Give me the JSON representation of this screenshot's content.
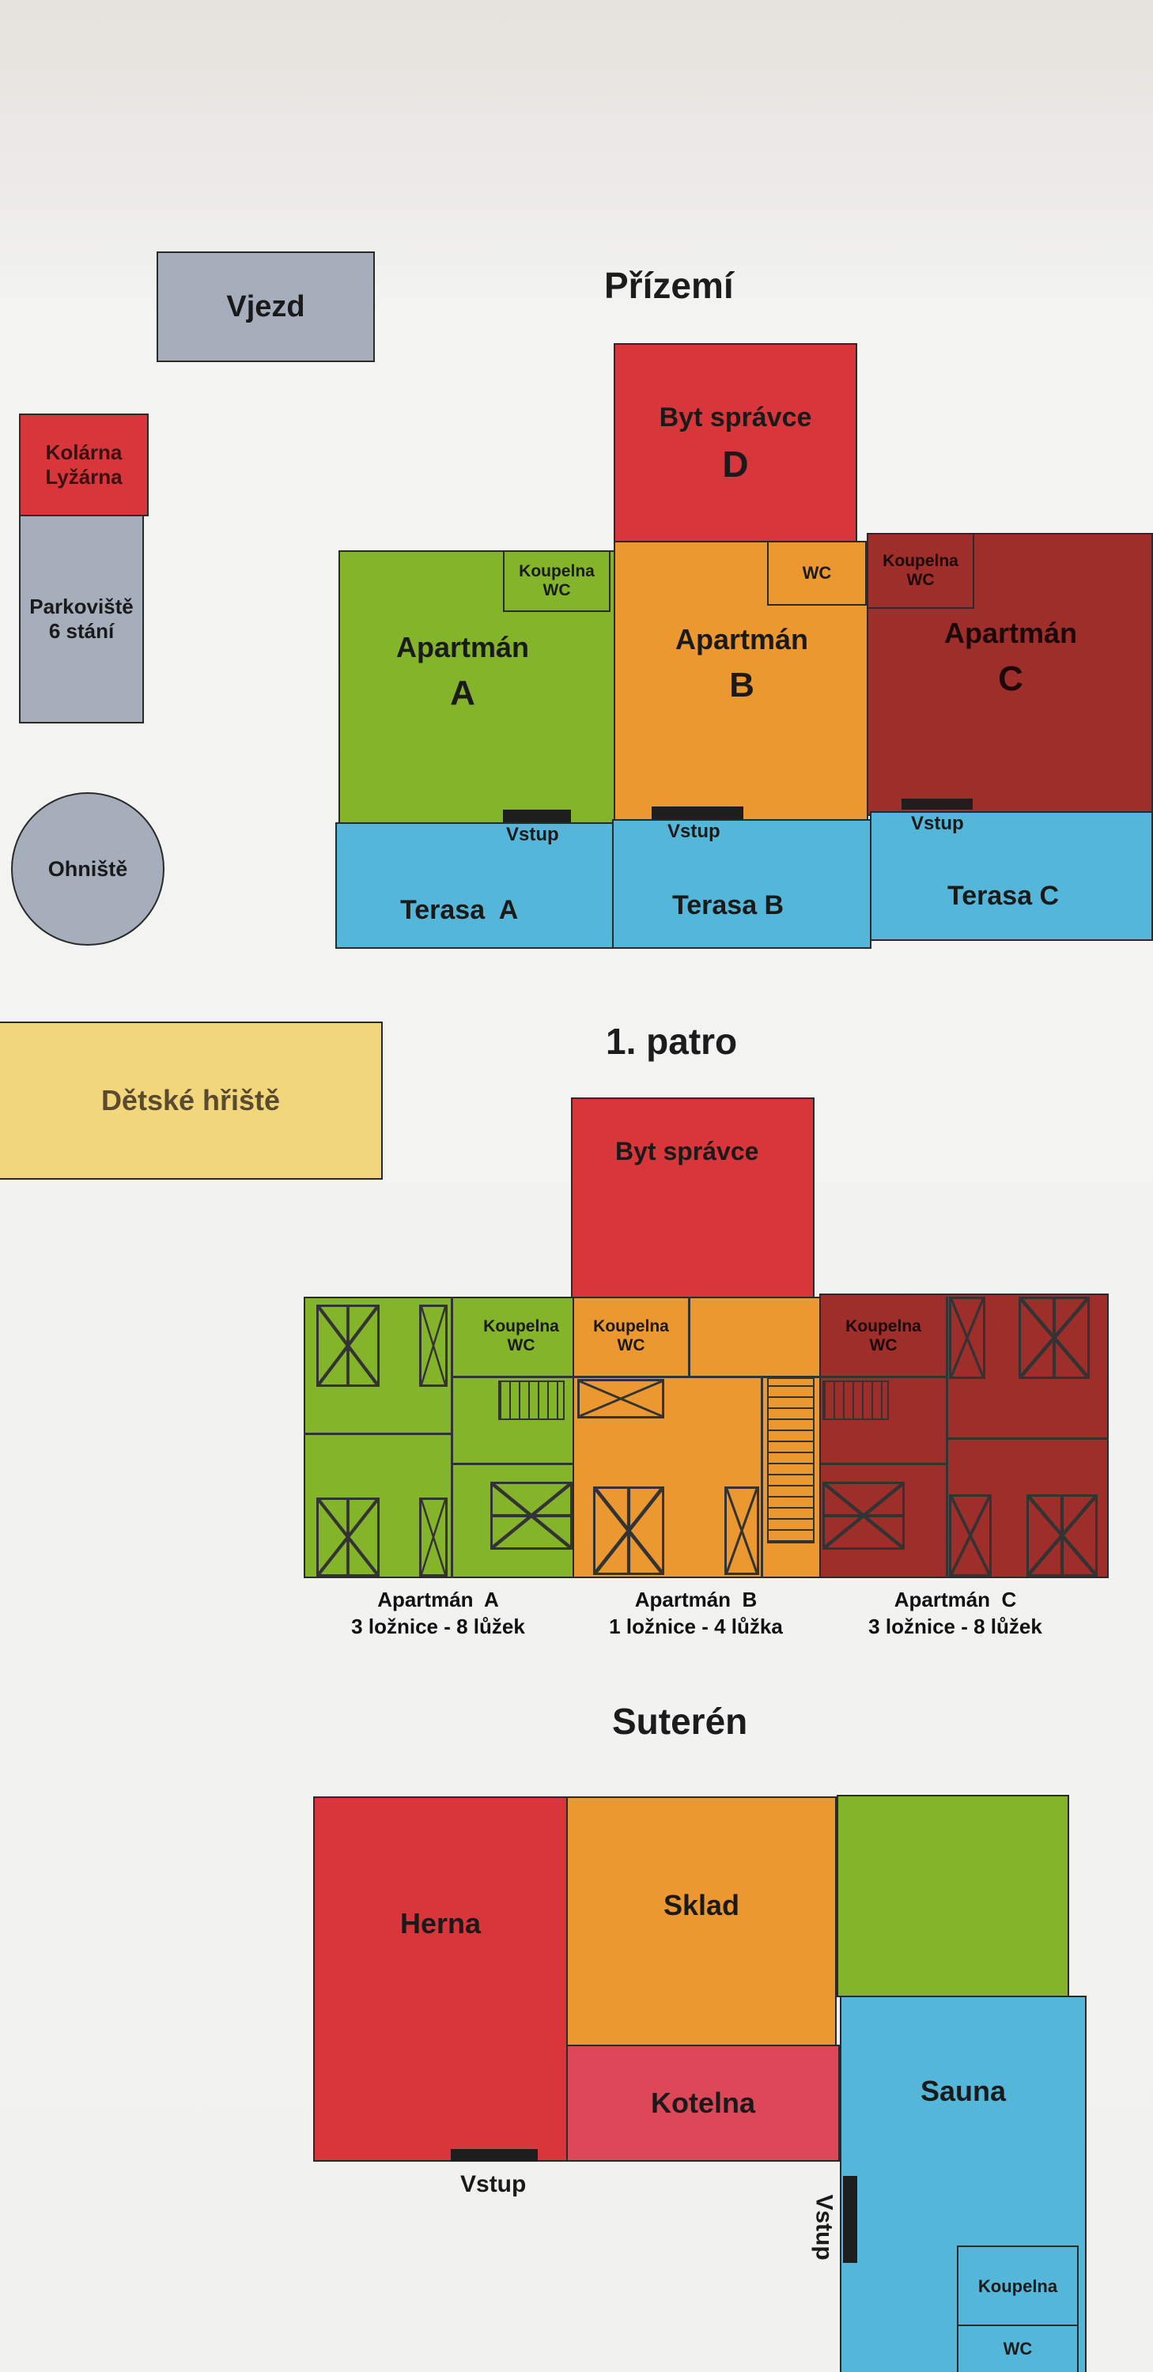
{
  "colors": {
    "red": "#d8363a",
    "green": "#84b42a",
    "orange": "#ec9830",
    "maroon": "#9e2e2a",
    "blue": "#54b6d8",
    "grey": "#a6aebb",
    "yellow": "#f2d67c",
    "pink": "#dc4858"
  },
  "site": {
    "vjezd": "Vjezd",
    "kolarna_1": "Kolárna",
    "kolarna_2": "Lyžárna",
    "parking_1": "Parkoviště",
    "parking_2": "6 stání",
    "ohniste": "Ohniště",
    "hriste": "Dětské hřiště"
  },
  "prizemi": {
    "title": "Přízemí",
    "byt_spravce": "Byt správce",
    "byt_letter": "D",
    "apt_a_1": "Apartmán",
    "apt_a_2": "A",
    "apt_b_1": "Apartmán",
    "apt_b_2": "B",
    "apt_c_1": "Apartmán",
    "apt_c_2": "C",
    "koupelna": "Koupelna",
    "wc": "WC",
    "vstup": "Vstup",
    "terasa_a": "Terasa  A",
    "terasa_b": "Terasa B",
    "terasa_c": "Terasa C"
  },
  "patro": {
    "title": "1. patro",
    "byt_spravce": "Byt správce",
    "koupelna": "Koupelna",
    "wc": "WC",
    "apt_a_name": "Apartmán  A",
    "apt_a_info": "3 ložnice - 8 lůžek",
    "apt_b_name": "Apartmán  B",
    "apt_b_info": "1 ložnice - 4 lůžka",
    "apt_c_name": "Apartmán  C",
    "apt_c_info": "3 ložnice - 8 lůžek"
  },
  "suteren": {
    "title": "Suterén",
    "herna": "Herna",
    "sklad": "Sklad",
    "kotelna": "Kotelna",
    "sauna": "Sauna",
    "vstup": "Vstup",
    "koupelna": "Koupelna",
    "wc": "WC"
  }
}
